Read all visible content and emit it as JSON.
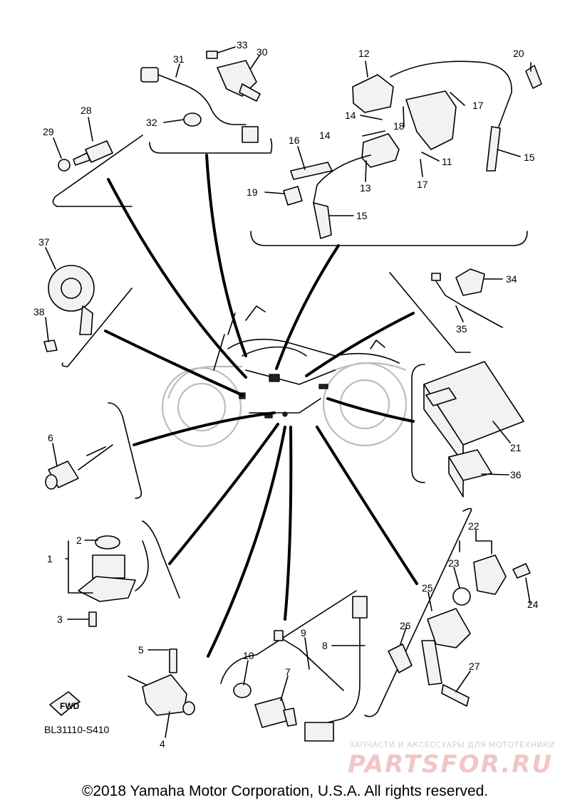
{
  "diagram": {
    "code": "BL31110-S410",
    "fwd_label": "FWD",
    "callouts": [
      {
        "id": "p1",
        "label": "1"
      },
      {
        "id": "p2",
        "label": "2"
      },
      {
        "id": "p3",
        "label": "3"
      },
      {
        "id": "p4",
        "label": "4"
      },
      {
        "id": "p5",
        "label": "5"
      },
      {
        "id": "p6",
        "label": "6"
      },
      {
        "id": "p7",
        "label": "7"
      },
      {
        "id": "p8",
        "label": "8"
      },
      {
        "id": "p9",
        "label": "9"
      },
      {
        "id": "p10",
        "label": "10"
      },
      {
        "id": "p11",
        "label": "11"
      },
      {
        "id": "p12",
        "label": "12"
      },
      {
        "id": "p13",
        "label": "13"
      },
      {
        "id": "p14a",
        "label": "14"
      },
      {
        "id": "p14b",
        "label": "14"
      },
      {
        "id": "p15a",
        "label": "15"
      },
      {
        "id": "p15b",
        "label": "15"
      },
      {
        "id": "p16",
        "label": "16"
      },
      {
        "id": "p17a",
        "label": "17"
      },
      {
        "id": "p17b",
        "label": "17"
      },
      {
        "id": "p18",
        "label": "18"
      },
      {
        "id": "p19",
        "label": "19"
      },
      {
        "id": "p20",
        "label": "20"
      },
      {
        "id": "p21",
        "label": "21"
      },
      {
        "id": "p22",
        "label": "22"
      },
      {
        "id": "p23",
        "label": "23"
      },
      {
        "id": "p24",
        "label": "24"
      },
      {
        "id": "p25",
        "label": "25"
      },
      {
        "id": "p26",
        "label": "26"
      },
      {
        "id": "p27",
        "label": "27"
      },
      {
        "id": "p28",
        "label": "28"
      },
      {
        "id": "p29",
        "label": "29"
      },
      {
        "id": "p30",
        "label": "30"
      },
      {
        "id": "p31",
        "label": "31"
      },
      {
        "id": "p32",
        "label": "32"
      },
      {
        "id": "p33",
        "label": "33"
      },
      {
        "id": "p34",
        "label": "34"
      },
      {
        "id": "p35",
        "label": "35"
      },
      {
        "id": "p36",
        "label": "36"
      },
      {
        "id": "p37",
        "label": "37"
      },
      {
        "id": "p38",
        "label": "38"
      }
    ]
  },
  "copyright": "©2018 Yamaha Motor Corporation, U.S.A. All rights reserved.",
  "watermark": {
    "tagline": "ЗАПЧАСТИ И АКСЕССУАРЫ ДЛЯ МОТОТЕХНИКИ",
    "logo": "PARTSFOR.RU"
  }
}
